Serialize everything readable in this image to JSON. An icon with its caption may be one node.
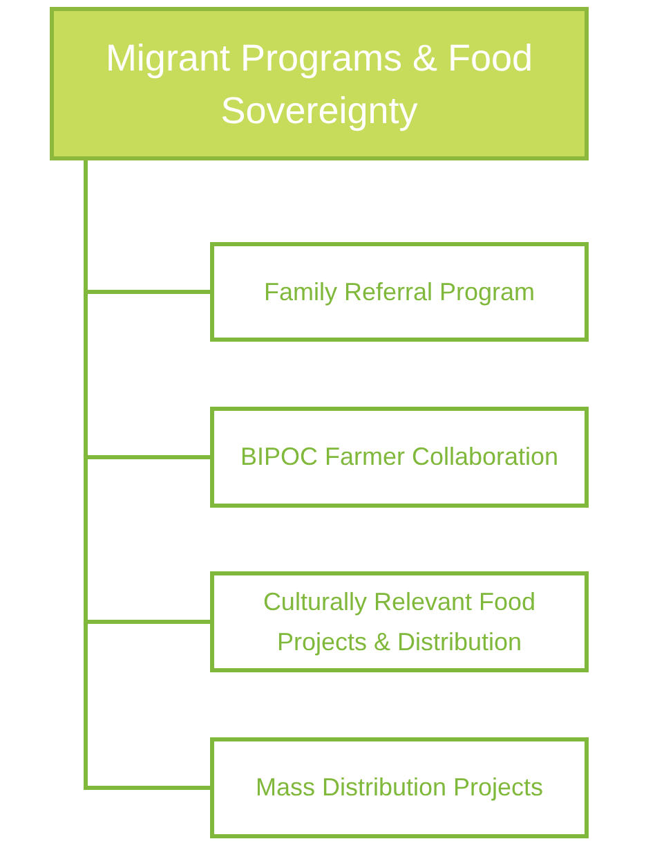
{
  "diagram": {
    "nodes": [
      {
        "text": [
          "Migrant Programs & Food Sovereignty"
        ]
      },
      {
        "text": [
          "Family Referral Program"
        ]
      },
      {
        "text": [
          "BIPOC Farmer Collaboration"
        ]
      },
      {
        "text": [
          "Culturally Relevant Food Projects & Distribution"
        ]
      },
      {
        "text": [
          "Mass Distribution Projects"
        ]
      }
    ],
    "edges": [
      {
        "from": 0,
        "to": 1,
        "arrow": "none"
      },
      {
        "from": 0,
        "to": 2,
        "arrow": "none"
      },
      {
        "from": 0,
        "to": 3,
        "arrow": "none"
      },
      {
        "from": 0,
        "to": 4,
        "arrow": "none"
      }
    ]
  }
}
